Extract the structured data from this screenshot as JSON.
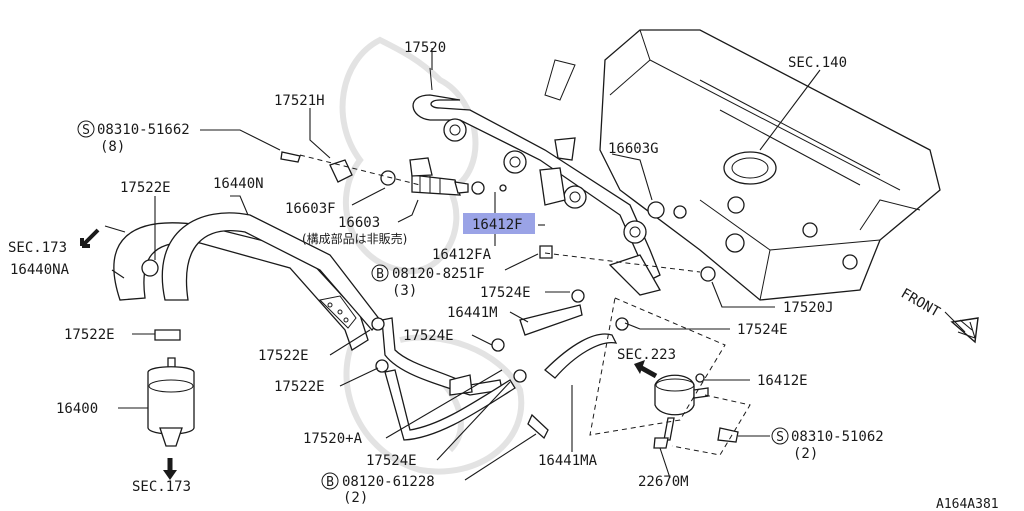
{
  "labels": {
    "p17520": "17520",
    "sec140": "SEC.140",
    "p17521h": "17521H",
    "s08310_51662": "08310-51662",
    "s08310_51662_qty": "(8)",
    "p16603g": "16603G",
    "p17522e_a": "17522E",
    "p16440n": "16440N",
    "p16603f": "16603F",
    "p16603": "16603",
    "note_jp": "(構成部品は非販売)",
    "p16412f": "16412F",
    "sec173_a": "SEC.173",
    "p16440na": "16440NA",
    "p16412fa": "16412FA",
    "b08120_8251f": "08120-8251F",
    "b08120_8251f_qty": "(3)",
    "p17524e_a": "17524E",
    "p17520j": "17520J",
    "front": "FRONT",
    "p16441m": "16441M",
    "p17524e_b": "17524E",
    "p17522e_b": "17522E",
    "p17524e_c": "17524E",
    "sec223": "SEC.223",
    "p17522e_c": "17522E",
    "p16400": "16400",
    "p17522e_d": "17522E",
    "p16412e": "16412E",
    "p17520a": "17520+A",
    "s08310_51062": "08310-51062",
    "s08310_51062_qty": "(2)",
    "p17524e_d": "17524E",
    "p16441ma": "16441MA",
    "sec173_b": "SEC.173",
    "b08120_61228": "08120-61228",
    "b08120_61228_qty": "(2)",
    "p22670m": "22670M",
    "diagram_code": "A164A381"
  },
  "markers": {
    "s": "S",
    "b": "B"
  },
  "highlight_color": "#9aa3e6"
}
